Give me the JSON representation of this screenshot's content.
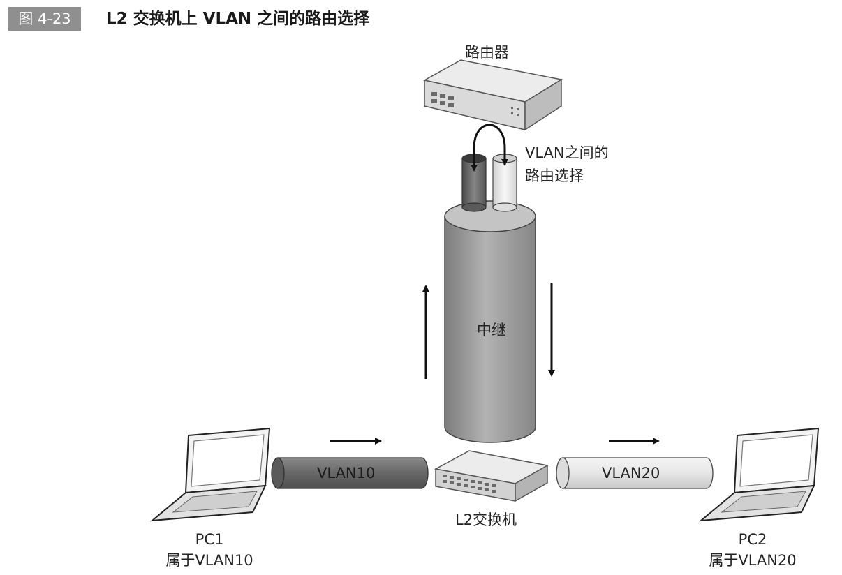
{
  "figure": {
    "number": "图 4-23",
    "title": "L2 交换机上 VLAN 之间的路由选择"
  },
  "router": {
    "label": "路由器"
  },
  "routing_note": {
    "line1": "VLAN之间的",
    "line2": "路由选择"
  },
  "trunk": {
    "label": "中继"
  },
  "switch": {
    "label": "L2交换机"
  },
  "vlan10": {
    "label": "VLAN10"
  },
  "vlan20": {
    "label": "VLAN20"
  },
  "pc1": {
    "name": "PC1",
    "membership": "属于VLAN10"
  },
  "pc2": {
    "name": "PC2",
    "membership": "属于VLAN20"
  },
  "colors": {
    "badge": "#8f8f8f",
    "trunk_tube": "#9c9c9c",
    "vlan10_tube": "#6d6d6d",
    "vlan20_tube": "#e4e4e4",
    "device_body": "#d6d6d6"
  }
}
